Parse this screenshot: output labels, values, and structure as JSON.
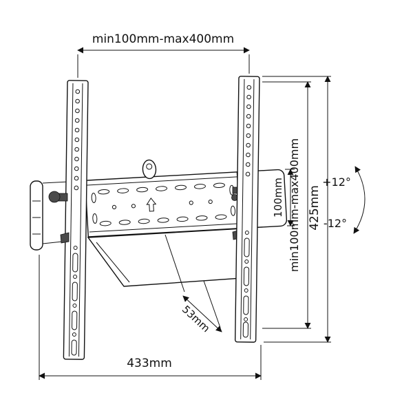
{
  "diagram": {
    "kind": "technical-drawing",
    "subject": "tilting-tv-wall-mount-dimensions"
  },
  "labels": {
    "top_span": "min100mm-max400mm",
    "vertical_span": "min100mm-max400mm",
    "plate_height": "100mm",
    "overall_height": "425mm",
    "tilt_up": "+12°",
    "tilt_down": "-12°",
    "depth": "53mm",
    "overall_width": "433mm"
  },
  "colors": {
    "line": "#111111",
    "background": "#ffffff"
  }
}
